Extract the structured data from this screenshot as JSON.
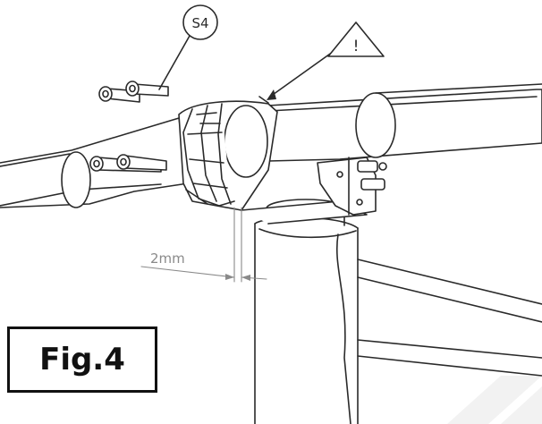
{
  "figure": {
    "label": "Fig.4",
    "callouts": {
      "part_number": "S4",
      "warning_symbol": "!"
    },
    "dimension": {
      "text": "2mm"
    },
    "colors": {
      "line": "#2a2a2a",
      "dim": "#9a9a9a",
      "background": "#ffffff"
    }
  }
}
